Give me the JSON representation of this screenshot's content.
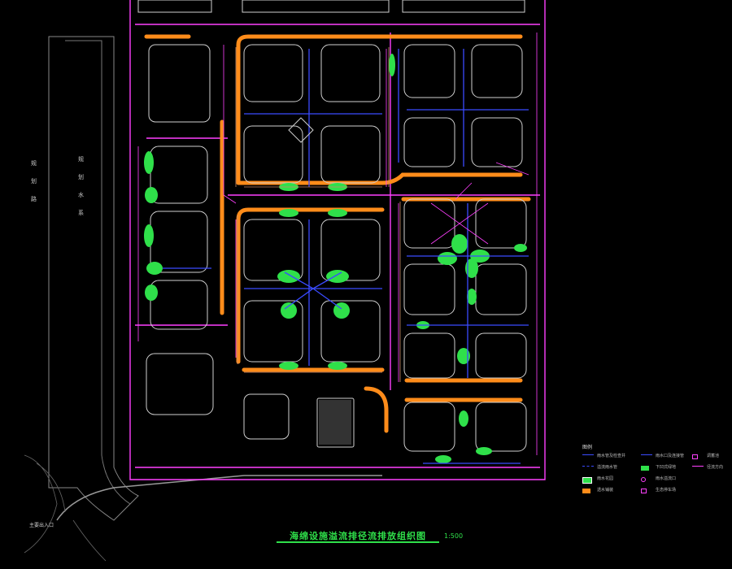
{
  "drawing": {
    "title": "海绵设施溢流排径流排放组织图",
    "scale": "1:500",
    "entrance_label": "主要出入口",
    "road_labels": [
      "规划路",
      "规划水系"
    ]
  },
  "legend": {
    "title": "图例",
    "items": [
      {
        "label": "雨水管及检查井",
        "color": "#3a4bff",
        "kind": "line"
      },
      {
        "label": "溢流雨水管",
        "color": "#3a4bff",
        "kind": "dash"
      },
      {
        "label": "雨水花园",
        "color": "#2fe04a",
        "kind": "hatch"
      },
      {
        "label": "透水铺装",
        "color": "#ff8c1a",
        "kind": "fill"
      },
      {
        "label": "雨水口及连接管",
        "color": "#3a4bff",
        "kind": "line"
      },
      {
        "label": "下凹式绿地",
        "color": "#2fe04a",
        "kind": "fill"
      },
      {
        "label": "雨水溢流口",
        "color": "#ff40ff",
        "kind": "dot"
      },
      {
        "label": "生态停车场",
        "color": "#ff40ff",
        "kind": "box"
      },
      {
        "label": "调蓄池",
        "color": "#ff40ff",
        "kind": "box"
      },
      {
        "label": "径流方向",
        "color": "#ff40ff",
        "kind": "arrow"
      }
    ]
  },
  "colors": {
    "background": "#000000",
    "road": "#ff40ff",
    "paving": "#ff8c1a",
    "green": "#2fe04a",
    "pipe": "#3a4bff",
    "building": "#cfcfcf"
  }
}
